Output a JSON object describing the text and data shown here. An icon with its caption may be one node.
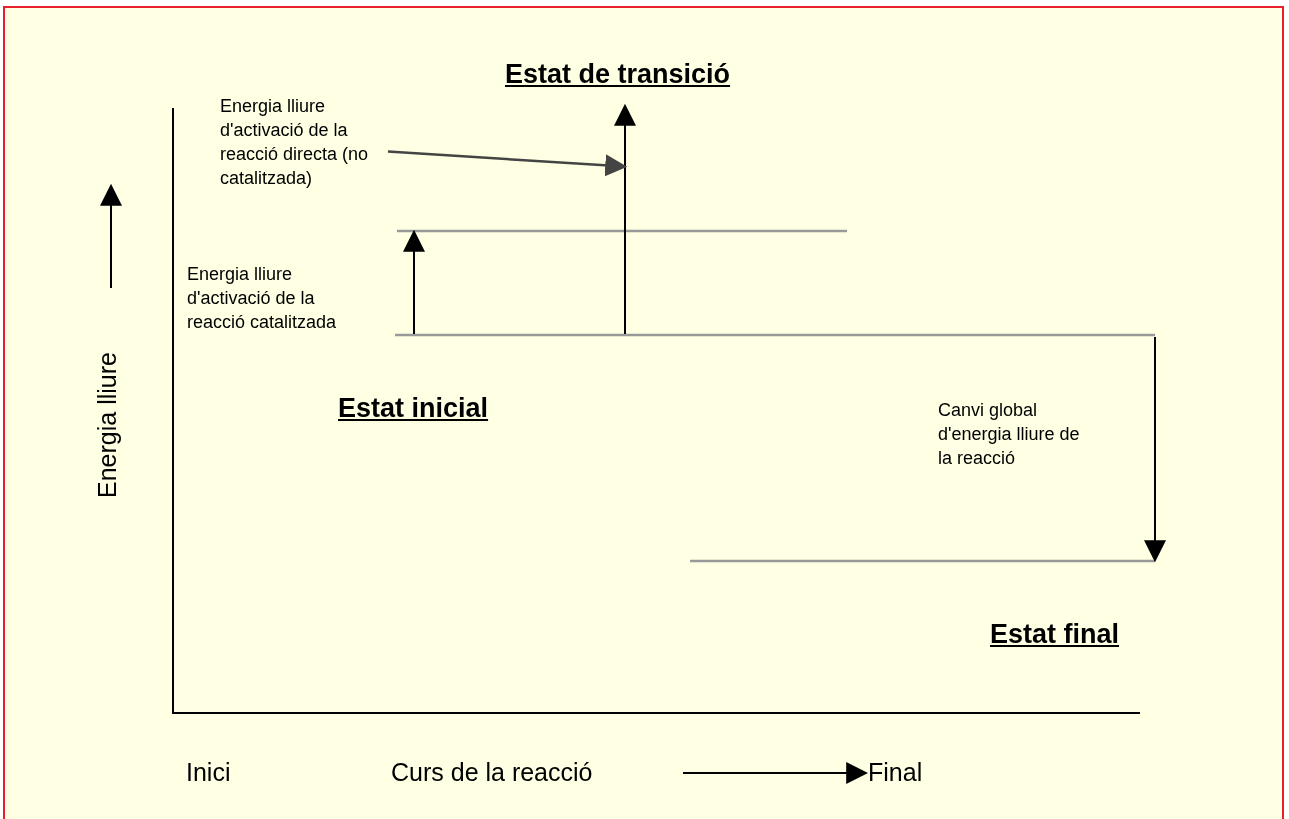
{
  "diagram": {
    "nodes": [
      {
        "text": [
          "Energia lliure d'activació de la reacció directa (no catalitzada)"
        ]
      },
      {
        "text": [],
        "shape": "arrow"
      }
    ],
    "edges": [
      {
        "from": 0,
        "to": 1,
        "arrow": "to"
      }
    ],
    "labels": [
      "Estat de transició",
      "Energia lliure d'activació de la reacció catalitzada",
      "Estat inicial",
      "Canvi global d'energia lliure de la reacció",
      "Estat final",
      "Energia lliure",
      "Inici",
      "Curs de la reacció",
      "Final"
    ]
  }
}
